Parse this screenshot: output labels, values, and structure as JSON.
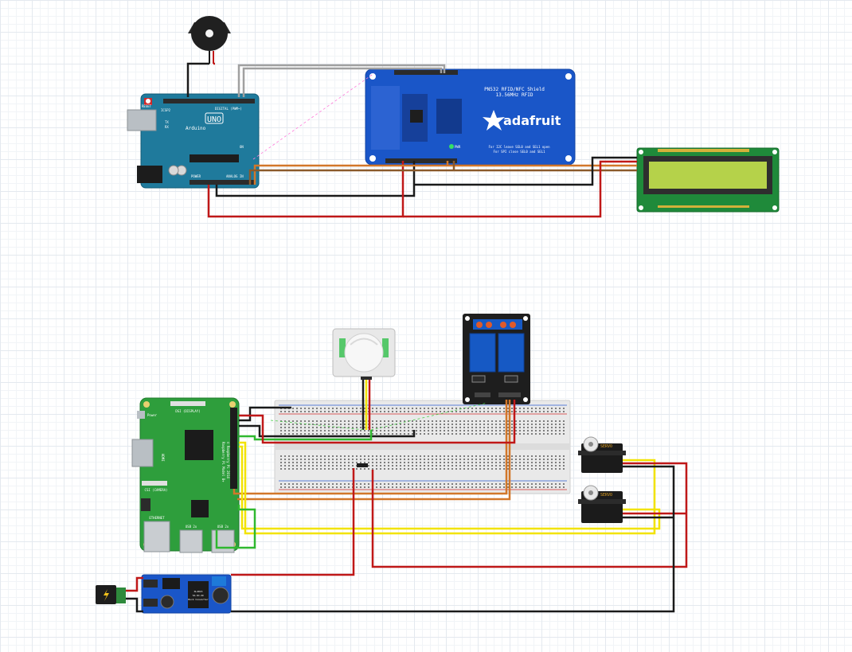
{
  "components": {
    "arduino": {
      "brand": "UNO",
      "maker": "Arduino",
      "reset": "RESET",
      "icsp": "ICSP2",
      "digital": "DIGITAL (PWM~)",
      "power": "POWER",
      "analog": "ANALOG IN",
      "tx": "TX",
      "rx": "RX",
      "on": "ON"
    },
    "nfc_shield": {
      "title": "PN532 RFID/NFC Shield",
      "subtitle": "13.56MHz RFID",
      "brand": "adafruit",
      "note_line1": "For I2C leave SEL0 and SEL1 open",
      "note_line2": "For SPI close SEL0 and SEL1",
      "led": "PWR"
    },
    "raspberry_pi": {
      "dsi": "DSI (DISPLAY)",
      "csi": "CSI (CAMERA)",
      "hdmi": "HDMI",
      "ethernet": "ETHERNET",
      "usb1": "USB 2x",
      "usb2": "USB 2x",
      "power": "Power",
      "model": "Raspberry Pi Model B+",
      "copyright": "© Raspberry Pi 2014"
    },
    "servo_1": {
      "label": "SERVO"
    },
    "servo_2": {
      "label": "SERVO"
    },
    "buck": {
      "line1": "XL4015",
      "line2": "5A DC-DC",
      "line3": "Buck Converter"
    }
  },
  "colors": {
    "arduino_board": "#1f7a9c",
    "shield_board": "#1a56c8",
    "pi_board": "#2e9e3c",
    "relay_board": "#1e1e1e",
    "relay_block": "#1659c4",
    "lcd_board": "#1f8a3a",
    "lcd_screen": "#b5d24a",
    "breadboard": "#e9e9e9",
    "wire_red": "#c01818",
    "wire_black": "#1a1a1a",
    "wire_orange": "#d2772a",
    "wire_brown": "#8b5a2b",
    "wire_yellow": "#f2e300",
    "wire_green": "#2fb82f",
    "wire_grey": "#a0a0a0"
  }
}
